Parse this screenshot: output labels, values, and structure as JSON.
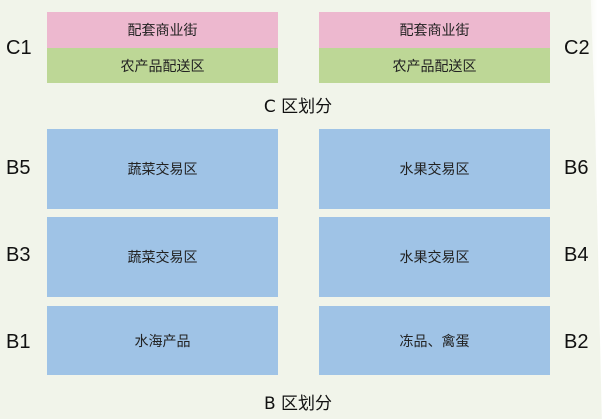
{
  "c_zone": {
    "caption": "C 区划分",
    "left": {
      "label": "C1",
      "top": "配套商业街",
      "bottom": "农产品配送区"
    },
    "right": {
      "label": "C2",
      "top": "配套商业街",
      "bottom": "农产品配送区"
    }
  },
  "b_zone": {
    "caption": "B 区划分",
    "rows": [
      {
        "left_label": "B5",
        "left_text": "蔬菜交易区",
        "right_label": "B6",
        "right_text": "水果交易区"
      },
      {
        "left_label": "B3",
        "left_text": "蔬菜交易区",
        "right_label": "B4",
        "right_text": "水果交易区"
      },
      {
        "left_label": "B1",
        "left_text": "水海产品",
        "right_label": "B2",
        "right_text": "冻品、禽蛋"
      }
    ]
  },
  "colors": {
    "pink": "#edb8cf",
    "green": "#bdd796",
    "blue": "#9fc3e6",
    "background": "#f1f4ea"
  }
}
